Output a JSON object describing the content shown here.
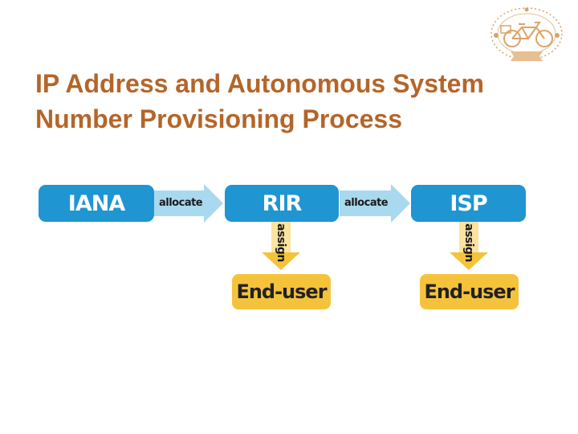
{
  "slide": {
    "title_line1": "IP Address and Autonomous System",
    "title_line2": "Number Provisioning Process",
    "title_color": "#b5652a"
  },
  "logo": {
    "icon": "bicycle-seal-icon",
    "color": "#d9a368"
  },
  "diagram": {
    "nodes": {
      "iana": "IANA",
      "rir": "RIR",
      "isp": "ISP",
      "end_user_1": "End-user",
      "end_user_2": "End-user"
    },
    "edges": {
      "iana_to_rir": "allocate",
      "rir_to_isp": "allocate",
      "rir_to_end_user": "assign",
      "isp_to_end_user": "assign"
    },
    "colors": {
      "authority_box": "#1f95d1",
      "end_user_box": "#f5c33b",
      "allocate_arrow": "#a9d9ef",
      "assign_arrow": "#fbe3a1"
    }
  }
}
